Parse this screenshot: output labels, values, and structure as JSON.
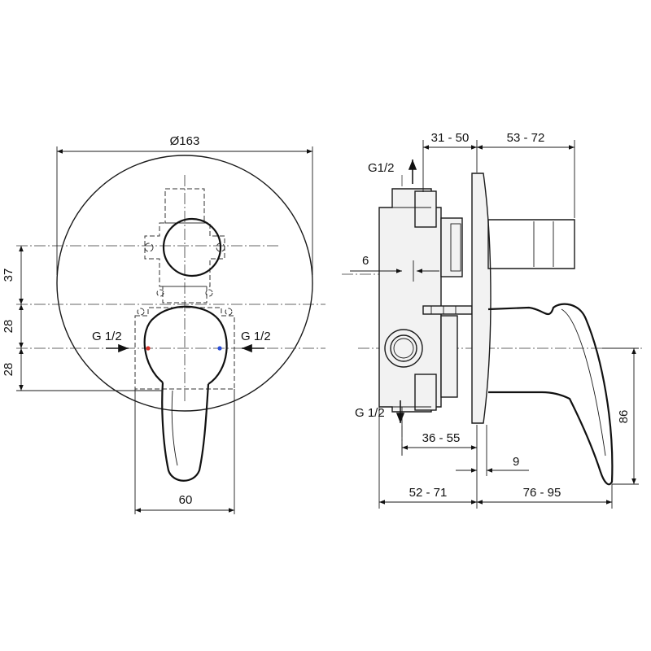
{
  "front_view": {
    "diameter_label": "Ø163",
    "dim_37": "37",
    "dim_28_upper": "28",
    "dim_28_lower": "28",
    "dim_60": "60",
    "inlet_left_label": "G 1/2",
    "inlet_right_label": "G 1/2"
  },
  "side_view": {
    "outlet_top_label": "G1/2",
    "outlet_bottom_label": "G 1/2",
    "dim_31_50": "31 - 50",
    "dim_53_72": "53 - 72",
    "dim_6": "6",
    "dim_36_55": "36 - 55",
    "dim_9": "9",
    "dim_52_71": "52 - 71",
    "dim_76_95": "76 - 95",
    "dim_86": "86"
  },
  "colors": {
    "hot_marker": "#d9332b",
    "cold_marker": "#2b4fd9"
  }
}
